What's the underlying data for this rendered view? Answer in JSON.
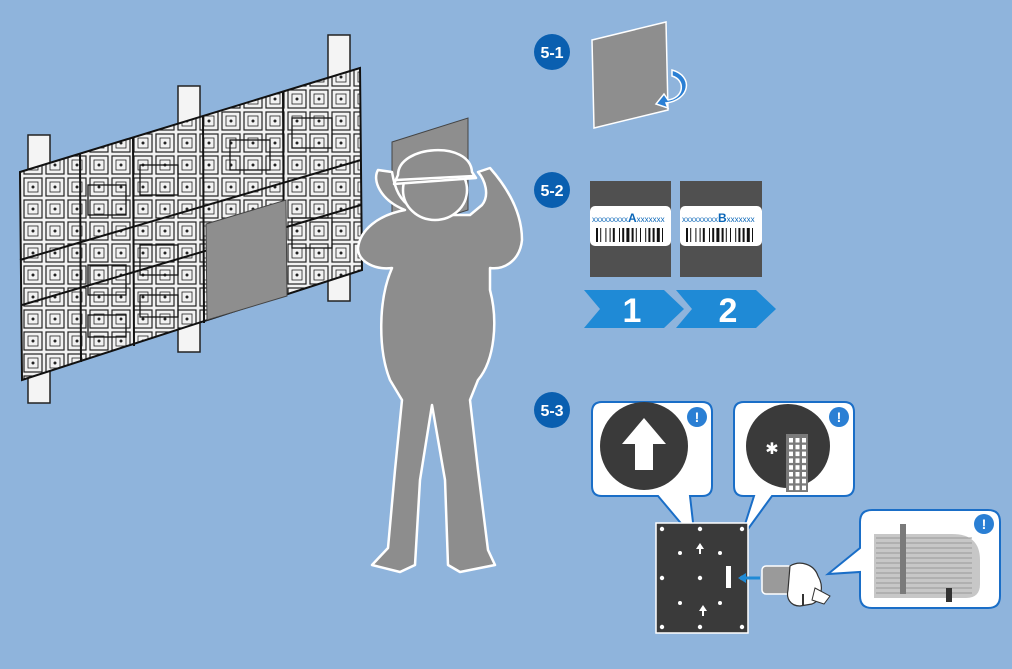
{
  "colors": {
    "background": "#8fb4dc",
    "accent_blue": "#0a5fb0",
    "chevron_blue": "#1f8ad6",
    "figure_gray": "#8d8d8d",
    "panel_dark": "#3a3a3a",
    "label_gray": "#505050"
  },
  "steps": {
    "step1": {
      "label": "5-1",
      "icon": "rotate-arrow-icon"
    },
    "step2": {
      "label": "5-2",
      "panel_a": {
        "code_prefix": "xxxxxxxxx",
        "letter": "A",
        "code_suffix": "xxxxxxx"
      },
      "panel_b": {
        "code_prefix": "xxxxxxxxx",
        "letter": "B",
        "code_suffix": "xxxxxxx"
      },
      "order": [
        "1",
        "2"
      ]
    },
    "step3": {
      "label": "5-3",
      "callout_icons": [
        "up-arrow-icon",
        "connector-pin-icon",
        "cable-connector-icon"
      ],
      "warning_icon": "warning-icon",
      "warning_mark": "!"
    }
  }
}
